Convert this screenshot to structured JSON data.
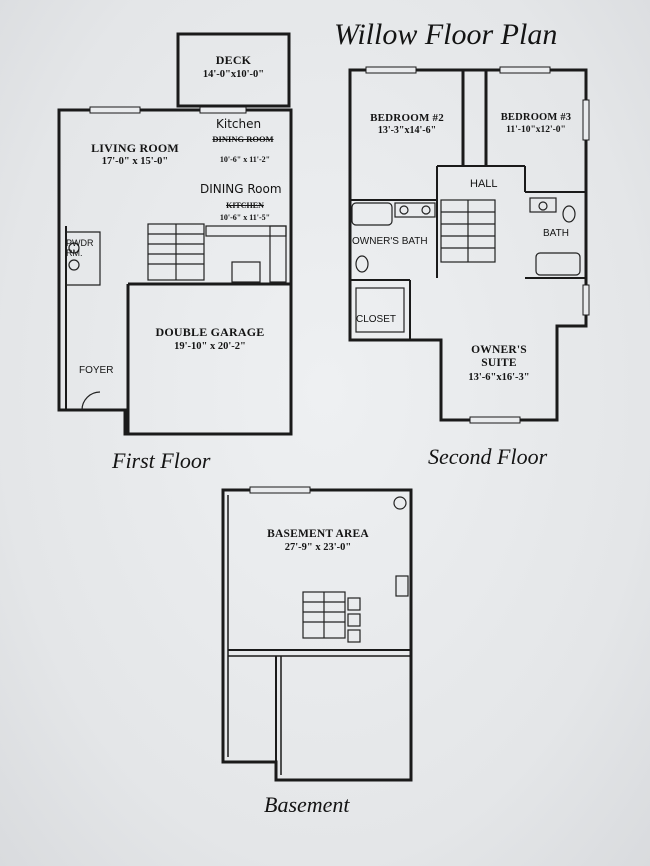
{
  "title": "Willow Floor Plan",
  "first_floor": {
    "caption": "First Floor",
    "deck": {
      "name": "DECK",
      "dims": "14'-0\"x10'-0\""
    },
    "living_room": {
      "name": "LIVING ROOM",
      "dims": "17'-0\" x 15'-0\""
    },
    "dining_printed": {
      "name": "DINING ROOM",
      "dims": "10'-6\" x 11'-2\""
    },
    "dining_handwritten": "Kitchen",
    "kitchen_printed": {
      "name": "KITCHEN",
      "dims": "10'-6\" x 11'-5\""
    },
    "kitchen_handwritten": "DINING Room",
    "powder_room": {
      "line1": "PWDR",
      "line2": "RM."
    },
    "garage": {
      "name": "DOUBLE GARAGE",
      "dims": "19'-10\" x 20'-2\""
    },
    "foyer": "FOYER"
  },
  "second_floor": {
    "caption": "Second Floor",
    "bedroom2": {
      "name": "BEDROOM #2",
      "dims": "13'-3\"x14'-6\""
    },
    "bedroom3": {
      "name": "BEDROOM #3",
      "dims": "11'-10\"x12'-0\""
    },
    "hall": "HALL",
    "owners_bath": "OWNER'S BATH",
    "bath": "BATH",
    "closet": "CLOSET",
    "owners_suite": {
      "line1": "OWNER'S",
      "line2": "SUITE",
      "dims": "13'-6\"x16'-3\""
    }
  },
  "basement": {
    "caption": "Basement",
    "area": {
      "name": "BASEMENT AREA",
      "dims": "27'-9\" x 23'-0\""
    }
  }
}
